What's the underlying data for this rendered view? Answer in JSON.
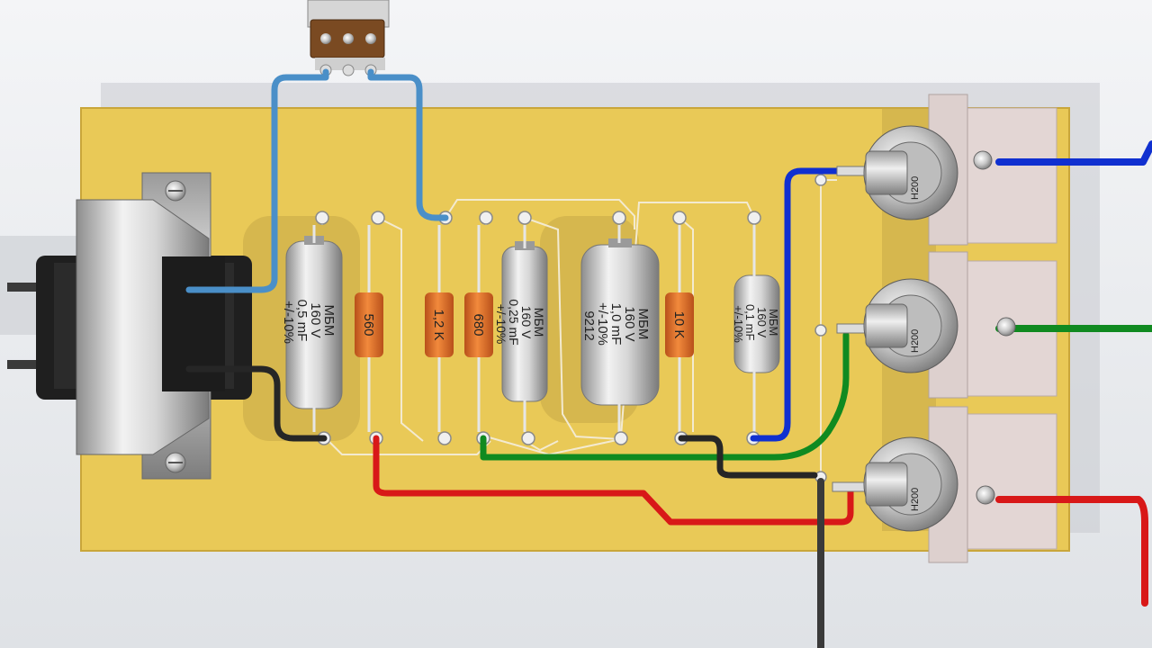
{
  "capacitors": [
    {
      "id": "c1",
      "lines": [
        "МБМ",
        "160 V",
        "0,5 mF",
        "+/-10%"
      ]
    },
    {
      "id": "c2",
      "lines": [
        "МБМ",
        "160 V",
        "0,25 mF",
        "+/-10%"
      ]
    },
    {
      "id": "c3",
      "lines": [
        "МБМ",
        "160 V",
        "1,0 mF",
        "+/-10%",
        "9212"
      ]
    },
    {
      "id": "c4",
      "lines": [
        "МБМ",
        "160 V",
        "0,1 mF",
        "+/-10%"
      ]
    }
  ],
  "resistors": [
    {
      "id": "r1",
      "label": "560"
    },
    {
      "id": "r2",
      "label": "1,2 K"
    },
    {
      "id": "r3",
      "label": "680"
    },
    {
      "id": "r4",
      "label": "10 K"
    }
  ],
  "jacks": [
    {
      "id": "j1",
      "label": "H200",
      "wire_color": "#1030d0"
    },
    {
      "id": "j2",
      "label": "H200",
      "wire_color": "#108a20"
    },
    {
      "id": "j3",
      "label": "H200",
      "wire_color": "#d81818"
    }
  ],
  "colors": {
    "board": "#e9c957",
    "blue_wire": "#1030d0",
    "green_wire": "#108a20",
    "red_wire": "#d81818",
    "black_wire": "#262626",
    "pot_wire": "#4a8fc8",
    "resistor": "#e8722a"
  }
}
